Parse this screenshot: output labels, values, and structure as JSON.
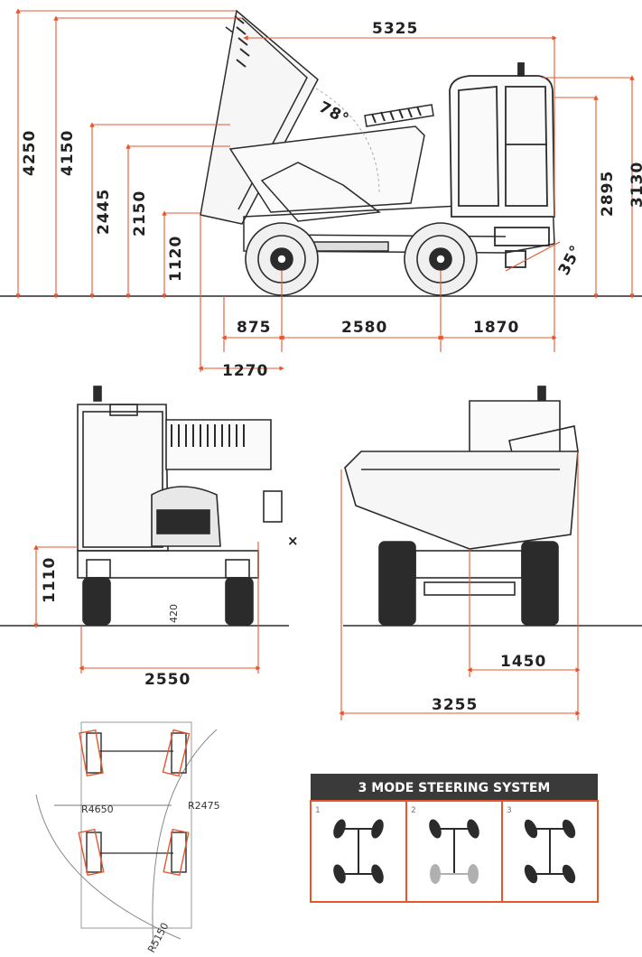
{
  "colors": {
    "dimension_line": "#e4572e",
    "outline": "#2b2b2b",
    "banner_bg": "#3a3a3a",
    "panel_border": "#e4572e",
    "ghost_wheel": "#b0b0b0"
  },
  "side_view": {
    "overall_length": "5325",
    "height_raised_body": "4250",
    "height_raised_body_inner": "4150",
    "dump_height": "2445",
    "discharge_height": "2150",
    "body_lip_height": "1120",
    "tip_angle": "78°",
    "departure_angle": "35°",
    "cab_height": "2895",
    "overall_height": "3130",
    "front_overhang": "875",
    "wheelbase": "2580",
    "rear_overhang": "1870",
    "reach": "1270"
  },
  "front_view": {
    "side_discharge_height": "1110",
    "width": "2550",
    "clearance": "420"
  },
  "rear_view": {
    "side_reach": "1450",
    "side_overall": "3255"
  },
  "turning": {
    "inner_radius": "R2475",
    "outer_radius": "R4650",
    "body_radius": "R5150"
  },
  "steering_panel": {
    "title": "3 MODE STEERING SYSTEM",
    "modes": [
      {
        "number": "1"
      },
      {
        "number": "2"
      },
      {
        "number": "3"
      }
    ]
  }
}
